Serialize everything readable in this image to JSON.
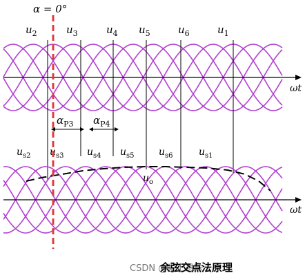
{
  "alpha_label": "α = 0°",
  "axis_label_top": "ωt",
  "axis_label_bottom": "ωt",
  "top_wave_labels": [
    {
      "base": "u",
      "sub": "2"
    },
    {
      "base": "u",
      "sub": "3"
    },
    {
      "base": "u",
      "sub": "4"
    },
    {
      "base": "u",
      "sub": "5"
    },
    {
      "base": "u",
      "sub": "6"
    },
    {
      "base": "u",
      "sub": "1"
    }
  ],
  "angle_labels": [
    {
      "base": "α",
      "sub": "P3"
    },
    {
      "base": "α",
      "sub": "P4"
    }
  ],
  "bottom_wave_labels": [
    {
      "base": "u",
      "sub": "s2"
    },
    {
      "base": "u",
      "sub": "s3"
    },
    {
      "base": "u",
      "sub": "s4"
    },
    {
      "base": "u",
      "sub": "s5"
    },
    {
      "base": "u",
      "sub": "s6"
    },
    {
      "base": "u",
      "sub": "s1"
    }
  ],
  "output_label": {
    "base": "u",
    "sub": "o"
  },
  "caption": "余弦交点法原理",
  "watermark": "CSDN @爱上愚昧",
  "colors": {
    "wave": "#b23fd1",
    "alpha_line": "#e03c3c",
    "axis": "#000000",
    "dashed_output": "#000000"
  }
}
